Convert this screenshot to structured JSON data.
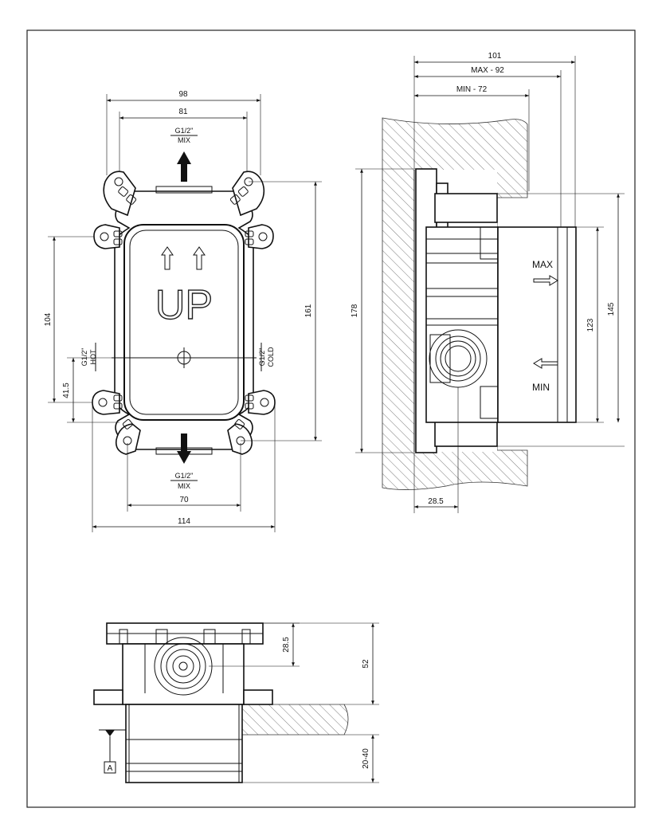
{
  "front_view": {
    "dim_top_outer": "98",
    "dim_top_inner": "81",
    "outlet_top": "G1/2\"",
    "outlet_top_label": "MIX",
    "outlet_bottom": "G1/2\"",
    "outlet_bottom_label": "MIX",
    "inlet_hot": "G1/2\"",
    "inlet_hot_label": "HOT",
    "inlet_cold": "G1/2\"",
    "inlet_cold_label": "COLD",
    "up_text": "UP",
    "dim_left_height": "104",
    "dim_left_lower": "41.5",
    "dim_right_height": "161",
    "dim_bottom_inner": "70",
    "dim_bottom_outer": "114"
  },
  "side_view": {
    "dim_total_depth": "101",
    "dim_max_depth": "MAX - 92",
    "dim_min_depth": "MIN - 72",
    "dim_flange_height": "178",
    "dim_body_height": "145",
    "dim_inner_height": "123",
    "dim_base_offset": "28.5",
    "label_max": "MAX",
    "label_min": "MIN"
  },
  "top_view": {
    "dim_axis_offset": "28.5",
    "dim_depth": "52",
    "dim_wall_range": "20-40",
    "reference_label": "A"
  }
}
